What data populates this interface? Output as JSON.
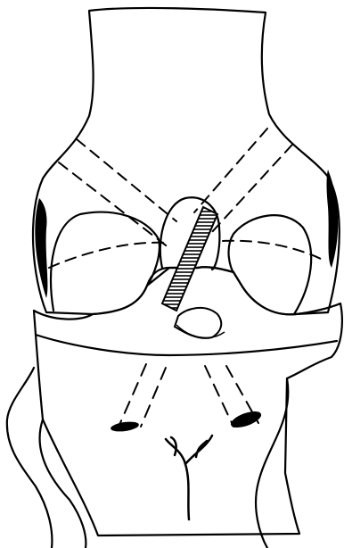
{
  "diagram": {
    "subject": "knee-joint-line-drawing",
    "colors": {
      "stroke": "#000000",
      "fill": "#ffffff",
      "hatch": "#000000"
    },
    "parts": [
      {
        "name": "femur-shaft"
      },
      {
        "name": "medial-femoral-condyle"
      },
      {
        "name": "lateral-femoral-condyle"
      },
      {
        "name": "intercondylar-notch"
      },
      {
        "name": "cruciate-ligament-graft"
      },
      {
        "name": "femoral-tunnels"
      },
      {
        "name": "tibial-plateau"
      },
      {
        "name": "tibial-tunnels"
      },
      {
        "name": "tibial-shaft"
      },
      {
        "name": "fibula"
      }
    ]
  }
}
